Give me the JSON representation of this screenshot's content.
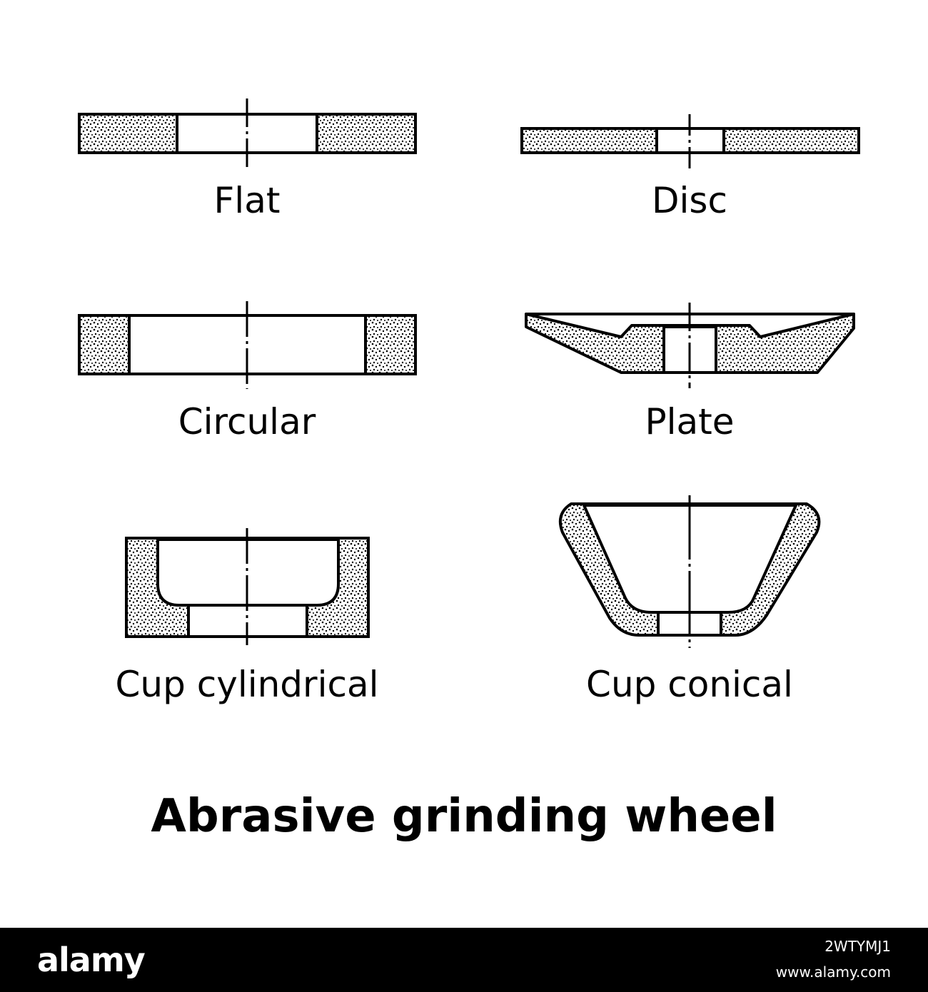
{
  "diagram": {
    "title": "Abrasive grinding wheel",
    "wheels": [
      {
        "id": "flat",
        "label": "Flat"
      },
      {
        "id": "disc",
        "label": "Disc"
      },
      {
        "id": "circular",
        "label": "Circular"
      },
      {
        "id": "plate",
        "label": "Plate"
      },
      {
        "id": "cup-cylindrical",
        "label": "Cup cylindrical"
      },
      {
        "id": "cup-conical",
        "label": "Cup conical"
      }
    ]
  },
  "footer": {
    "brand": "alamy",
    "image_id": "2WTYMJ1",
    "url": "www.alamy.com"
  },
  "colors": {
    "ink": "#000000",
    "background": "#ffffff",
    "footer_bg": "#000000"
  }
}
